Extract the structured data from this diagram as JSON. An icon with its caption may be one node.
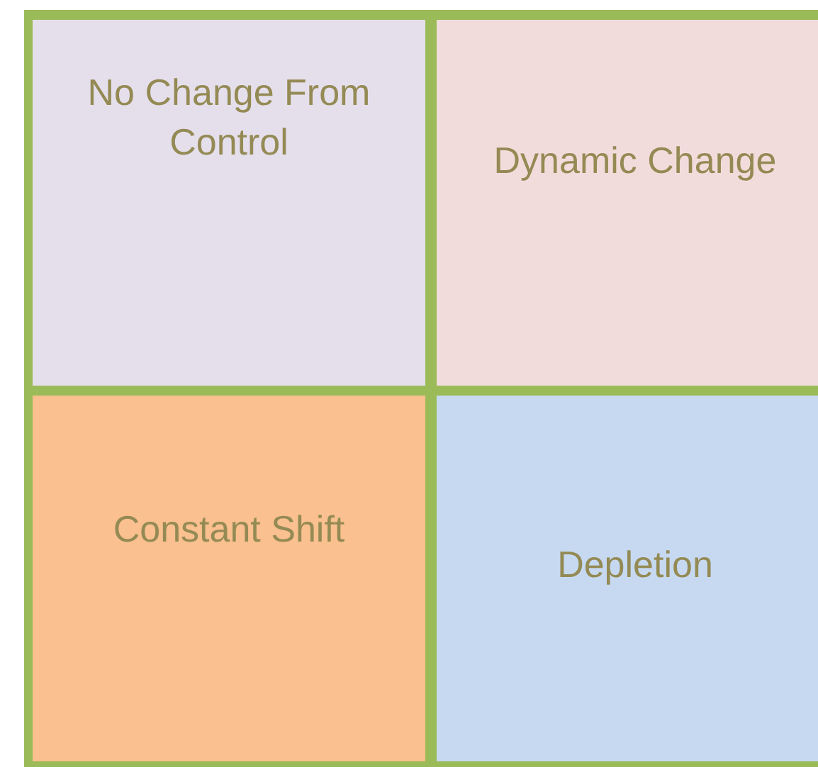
{
  "diagram": {
    "nodes": [
      {
        "text": [
          "No Change From Control"
        ]
      },
      {
        "text": [
          "Dynamic Change"
        ]
      },
      {
        "text": [
          "Constant Shift"
        ]
      },
      {
        "text": [
          "Depletion"
        ]
      }
    ]
  }
}
